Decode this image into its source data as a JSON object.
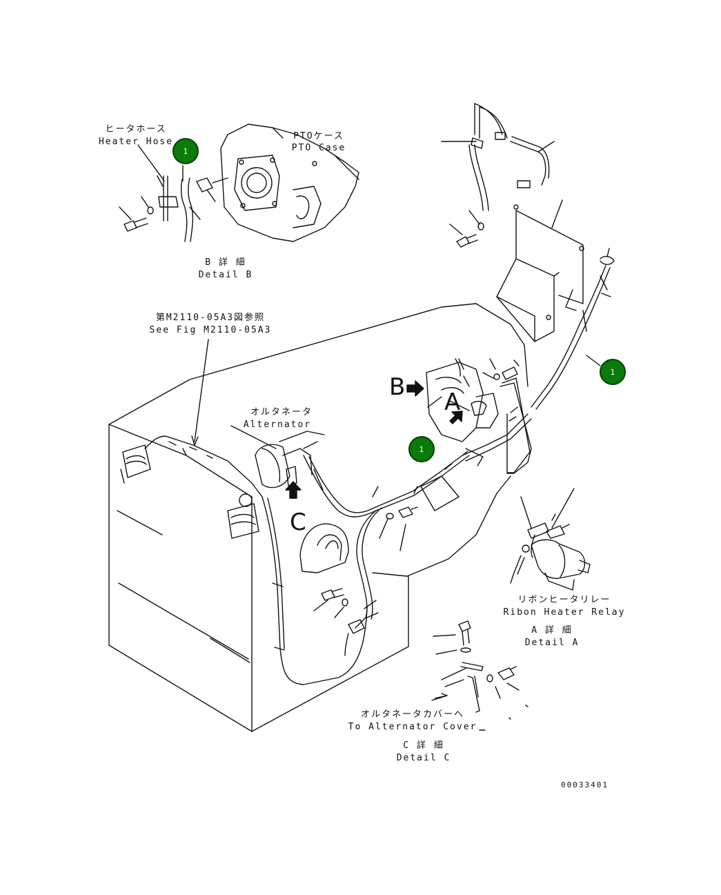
{
  "labels": {
    "heater_hose_jp": "ヒータホース",
    "heater_hose_en": "Heater Hose",
    "pto_case_jp": "PTOケース",
    "pto_case_en": "PTO Case",
    "detail_b_jp": "B 詳 細",
    "detail_b_en": "Detail B",
    "see_fig_jp": "第M2110-05A3図参照",
    "see_fig_en": "See Fig M2110-05A3",
    "alternator_jp": "オルタネータ",
    "alternator_en": "Alternator",
    "ribbon_relay_jp": "リボンヒータリレー",
    "ribbon_relay_en": "Ribon Heater Relay",
    "detail_a_jp": "A 詳 細",
    "detail_a_en": "Detail A",
    "to_cover_jp": "オルタネータカバーへ",
    "to_cover_en": "To Alternator Cover",
    "detail_c_jp": "C 詳 細",
    "detail_c_en": "Detail C",
    "drawing_no": "00033401"
  },
  "view_letters": {
    "b": "B",
    "a": "A",
    "c": "C"
  },
  "markers": [
    {
      "id": "marker-1a",
      "label": "1"
    },
    {
      "id": "marker-1b",
      "label": "1"
    },
    {
      "id": "marker-1c",
      "label": "1"
    }
  ],
  "colors": {
    "line": "#111111",
    "marker_fill": "#0a7a0a",
    "marker_text": "#ffffff"
  }
}
